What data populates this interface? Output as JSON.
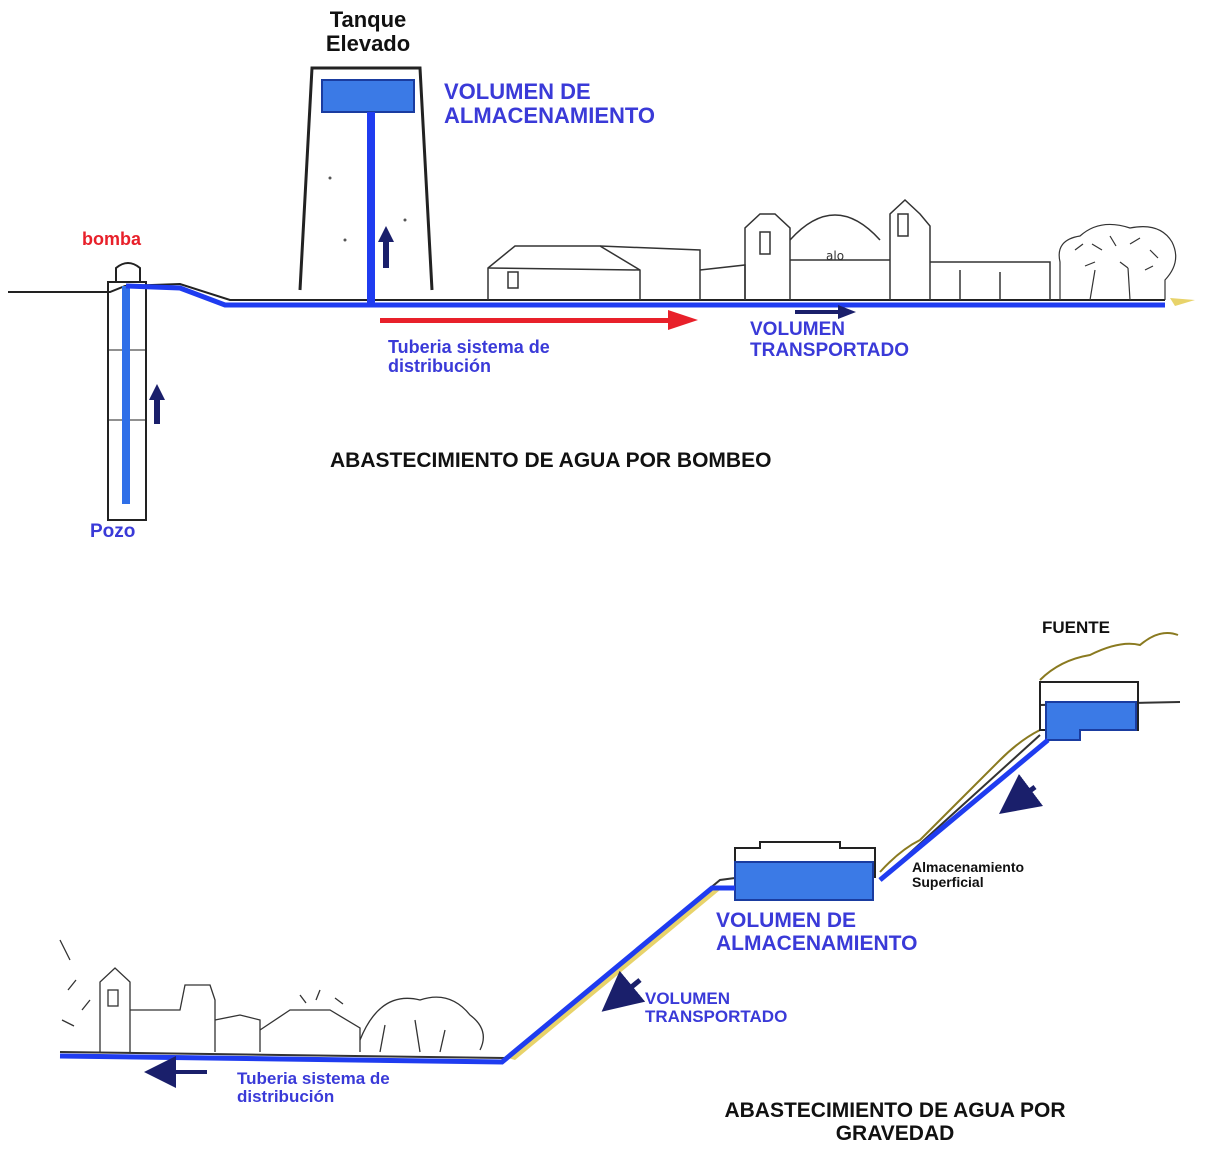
{
  "colors": {
    "water": "#2f6fe8",
    "water_fill": "#3b7ae6",
    "pipe": "#1f3cf0",
    "arrow_dark": "#1a1f6b",
    "arrow_red": "#e8202a",
    "label_blue": "#3a3ad8",
    "label_red": "#e8202a",
    "ink": "#222222",
    "ground_tint": "#e8d36a"
  },
  "bombeo": {
    "tank_label": "Tanque\nElevado",
    "storage_label": "VOLUMEN DE\nALMACENAMIENTO",
    "pump_label": "bomba",
    "well_label": "Pozo",
    "pipe_label": "Tuberia sistema de\ndistribución",
    "transport_label": "VOLUMEN\nTRANSPORTADO",
    "title": "ABASTECIMIENTO DE AGUA POR BOMBEO"
  },
  "gravedad": {
    "source_label": "FUENTE",
    "surface_storage_label": "Almacenamiento\nSuperficial",
    "storage_label": "VOLUMEN DE\nALMACENAMIENTO",
    "transport_label": "VOLUMEN\nTRANSPORTADO",
    "pipe_label": "Tuberia sistema de\ndistribución",
    "title": "ABASTECIMIENTO DE AGUA POR\nGRAVEDAD"
  }
}
